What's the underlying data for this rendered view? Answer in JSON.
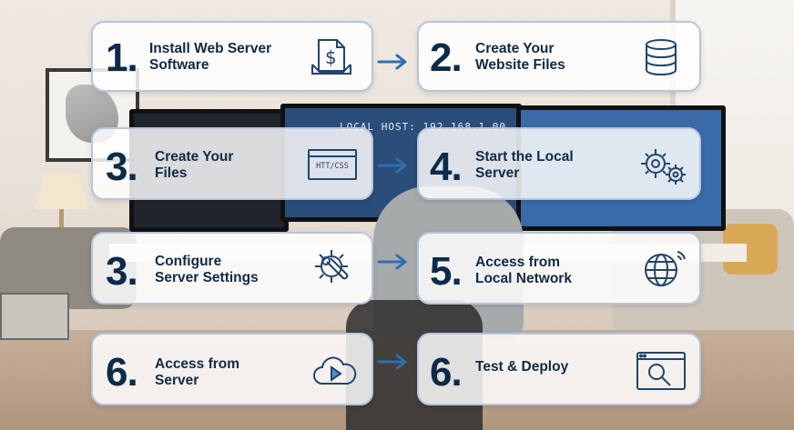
{
  "steps": [
    {
      "number": "1.",
      "line1": "Install Web Server",
      "line2": "Software",
      "icon": "dollar-document-icon"
    },
    {
      "number": "2.",
      "line1": "Create Your",
      "line2": "Website Files",
      "icon": "database-icon"
    },
    {
      "number": "3.",
      "line1": "Create Your",
      "line2": "Files",
      "icon": "html-css-window-icon",
      "icon_text": "HTT/CSS"
    },
    {
      "number": "4.",
      "line1": "Start the Local",
      "line2": "Server",
      "icon": "gears-icon"
    },
    {
      "number": "3.",
      "line1": "Configure",
      "line2": "Server Settings",
      "icon": "gear-wrench-icon"
    },
    {
      "number": "5.",
      "line1": "Access from",
      "line2": "Local Network",
      "icon": "globe-icon"
    },
    {
      "number": "6.",
      "line1": "Access from",
      "line2": "Server",
      "icon": "cloud-play-icon"
    },
    {
      "number": "6.",
      "line1": "Test & Deploy",
      "line2": "",
      "icon": "magnifier-window-icon"
    }
  ],
  "background": {
    "screen_text": "LOCAL HOST: 192.168.1.00"
  },
  "colors": {
    "number": "#0d2a4a",
    "text": "#102a45",
    "icon": "#22456b",
    "arrow": "#2f6fb0",
    "card_border": "#b5c6dc"
  }
}
